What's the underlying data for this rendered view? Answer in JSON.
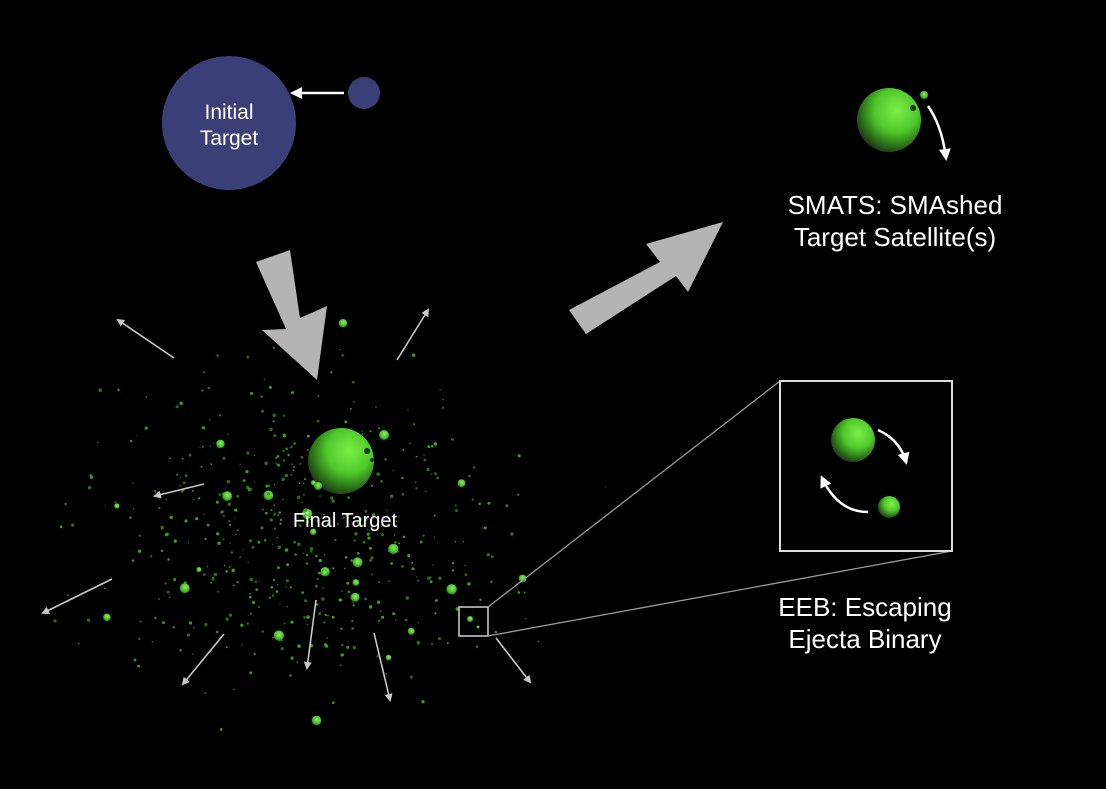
{
  "labels": {
    "initial_target": [
      "Initial",
      "Target"
    ],
    "final_target": "Final Target",
    "smats": [
      "SMATS: SMAshed",
      "Target Satellite(s)"
    ],
    "eeb": [
      "EEB: Escaping",
      "Ejecta Binary"
    ]
  },
  "colors": {
    "background": "#000000",
    "initial_target_fill": "#3b3f78",
    "asteroid_green": "#55cc33",
    "big_arrow": "#b4b4b4",
    "thin_arrow": "#c8c8c8",
    "text": "#ffffff"
  },
  "icons": [
    "initial-target-body",
    "impactor-body",
    "final-target-body",
    "smats-primary-body",
    "smats-satellite-body",
    "eeb-binary-pair",
    "debris-particle"
  ]
}
